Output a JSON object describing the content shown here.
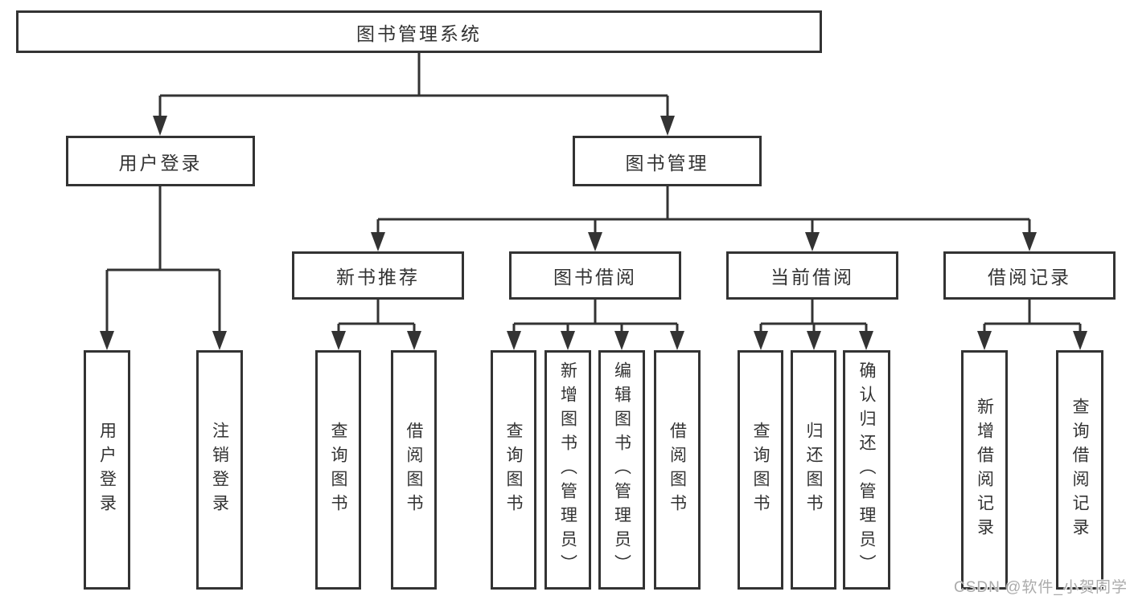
{
  "diagram": {
    "type": "hierarchy-tree",
    "root": {
      "label": "图书管理系统"
    },
    "branches": [
      {
        "label": "用户登录"
      },
      {
        "label": "图书管理"
      }
    ],
    "modules": [
      {
        "label": "新书推荐",
        "parent": "图书管理"
      },
      {
        "label": "图书借阅",
        "parent": "图书管理"
      },
      {
        "label": "当前借阅",
        "parent": "图书管理"
      },
      {
        "label": "借阅记录",
        "parent": "图书管理"
      }
    ],
    "leaves": [
      {
        "label": "用户登录",
        "parent": "用户登录"
      },
      {
        "label": "注销登录",
        "parent": "用户登录"
      },
      {
        "label": "查询图书",
        "parent": "新书推荐"
      },
      {
        "label": "借阅图书",
        "parent": "新书推荐"
      },
      {
        "label": "查询图书",
        "parent": "图书借阅"
      },
      {
        "label": "新增图书（管理员）",
        "parent": "图书借阅"
      },
      {
        "label": "编辑图书（管理员）",
        "parent": "图书借阅"
      },
      {
        "label": "借阅图书",
        "parent": "图书借阅"
      },
      {
        "label": "查询图书",
        "parent": "当前借阅"
      },
      {
        "label": "归还图书",
        "parent": "当前借阅"
      },
      {
        "label": "确认归还（管理员）",
        "parent": "当前借阅"
      },
      {
        "label": "新增借阅记录",
        "parent": "借阅记录"
      },
      {
        "label": "查询借阅记录",
        "parent": "借阅记录"
      }
    ]
  },
  "watermark": "CSDN @软件_小贺同学",
  "colors": {
    "line": "#333333",
    "text": "#333333",
    "background": "#ffffff",
    "watermark": "#ababab"
  }
}
